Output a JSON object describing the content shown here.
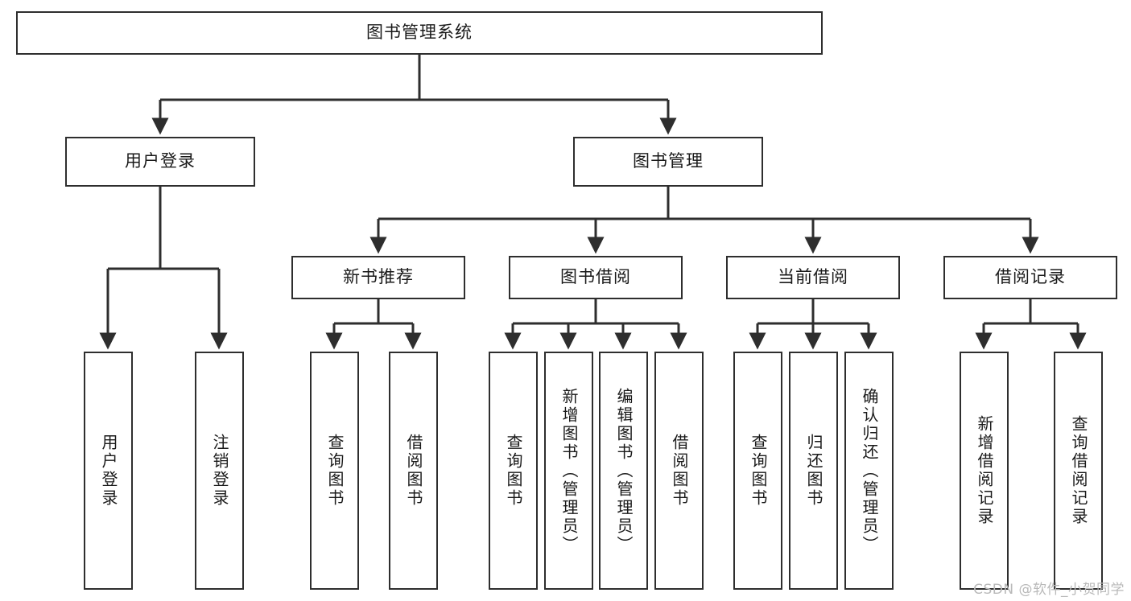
{
  "diagram": {
    "title": "图书管理系统",
    "type": "tree-hierarchy-chart",
    "line_color": "#2e2e2e",
    "box_fill": "#ffffff",
    "text_color": "#1a1a1a"
  },
  "root": {
    "label": "图书管理系统"
  },
  "level2": [
    {
      "label": "用户登录"
    },
    {
      "label": "图书管理"
    }
  ],
  "level3": [
    {
      "label": "新书推荐"
    },
    {
      "label": "图书借阅"
    },
    {
      "label": "当前借阅"
    },
    {
      "label": "借阅记录"
    }
  ],
  "leaves": {
    "user_login": [
      {
        "label": "用户登录"
      },
      {
        "label": "注销登录"
      }
    ],
    "new_book_recommend": [
      {
        "label": "查询图书"
      },
      {
        "label": "借阅图书"
      }
    ],
    "book_borrow": [
      {
        "label": "查询图书"
      },
      {
        "label": "新增图书（管理员）"
      },
      {
        "label": "编辑图书（管理员）"
      },
      {
        "label": "借阅图书"
      }
    ],
    "current_borrow": [
      {
        "label": "查询图书"
      },
      {
        "label": "归还图书"
      },
      {
        "label": "确认归还（管理员）"
      }
    ],
    "borrow_record": [
      {
        "label": "新增借阅记录"
      },
      {
        "label": "查询借阅记录"
      }
    ]
  },
  "watermark": {
    "text": "CSDN @软件_小贺同学"
  }
}
